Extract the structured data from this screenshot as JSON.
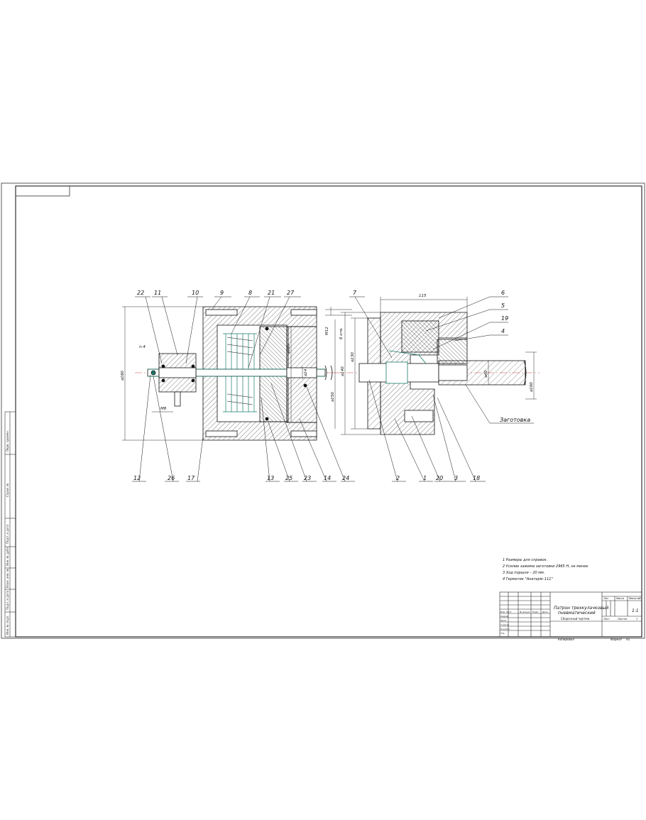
{
  "callouts_top": [
    "22",
    "11",
    "10",
    "9",
    "8",
    "21",
    "27",
    "7",
    "6",
    "5",
    "19",
    "4"
  ],
  "callouts_bottom": [
    "12",
    "26",
    "17",
    "13",
    "25",
    "23",
    "14",
    "24",
    "2",
    "1",
    "20",
    "3",
    "18"
  ],
  "dims": {
    "d180": "⌀180",
    "p4": "п.4",
    "m8": "M8",
    "d105": "⌀105",
    "m12": "M12",
    "six_holes": "6 отв.",
    "d14": "⌀14",
    "d150": "⌀150",
    "d130": "⌀130",
    "d140": "⌀140",
    "len115": "115",
    "d40": "⌀40",
    "d100": "⌀100",
    "workpiece": "Заготовка"
  },
  "notes": [
    "1  Размеры для справок.",
    "2  Усилие зажима заготовки 2965 Н, не менее",
    "3  Ход поршня – 20 мм.",
    "4  Герметик \"Анатерм–111\""
  ],
  "title_block": {
    "title_line1": "Патрон трехкулачковый",
    "title_line2": "пневматический",
    "subtitle": "Сборочный чертеж",
    "col_lit": "Лит.",
    "col_mass": "Масса",
    "col_scale": "Масштаб",
    "scale_value": "1:1",
    "sheet": "Лист",
    "sheets": "Листов",
    "sheets_value": "1",
    "row_labels": [
      "Изм. Лист",
      "Разраб.",
      "Пров.",
      "Т.контр.",
      "Н.контр.",
      "Утв."
    ],
    "col_labels": [
      "№ докум.",
      "Подп.",
      "Дата"
    ],
    "copied": "Копировал",
    "format": "Формат",
    "format_value": "А1"
  },
  "side_strip": [
    "Перв. примен.",
    "Справ. №",
    "Подп. и дата",
    "Инв. № дубл.",
    "Взам. инв. №",
    "Подп. и дата",
    "Инв. № подл."
  ]
}
